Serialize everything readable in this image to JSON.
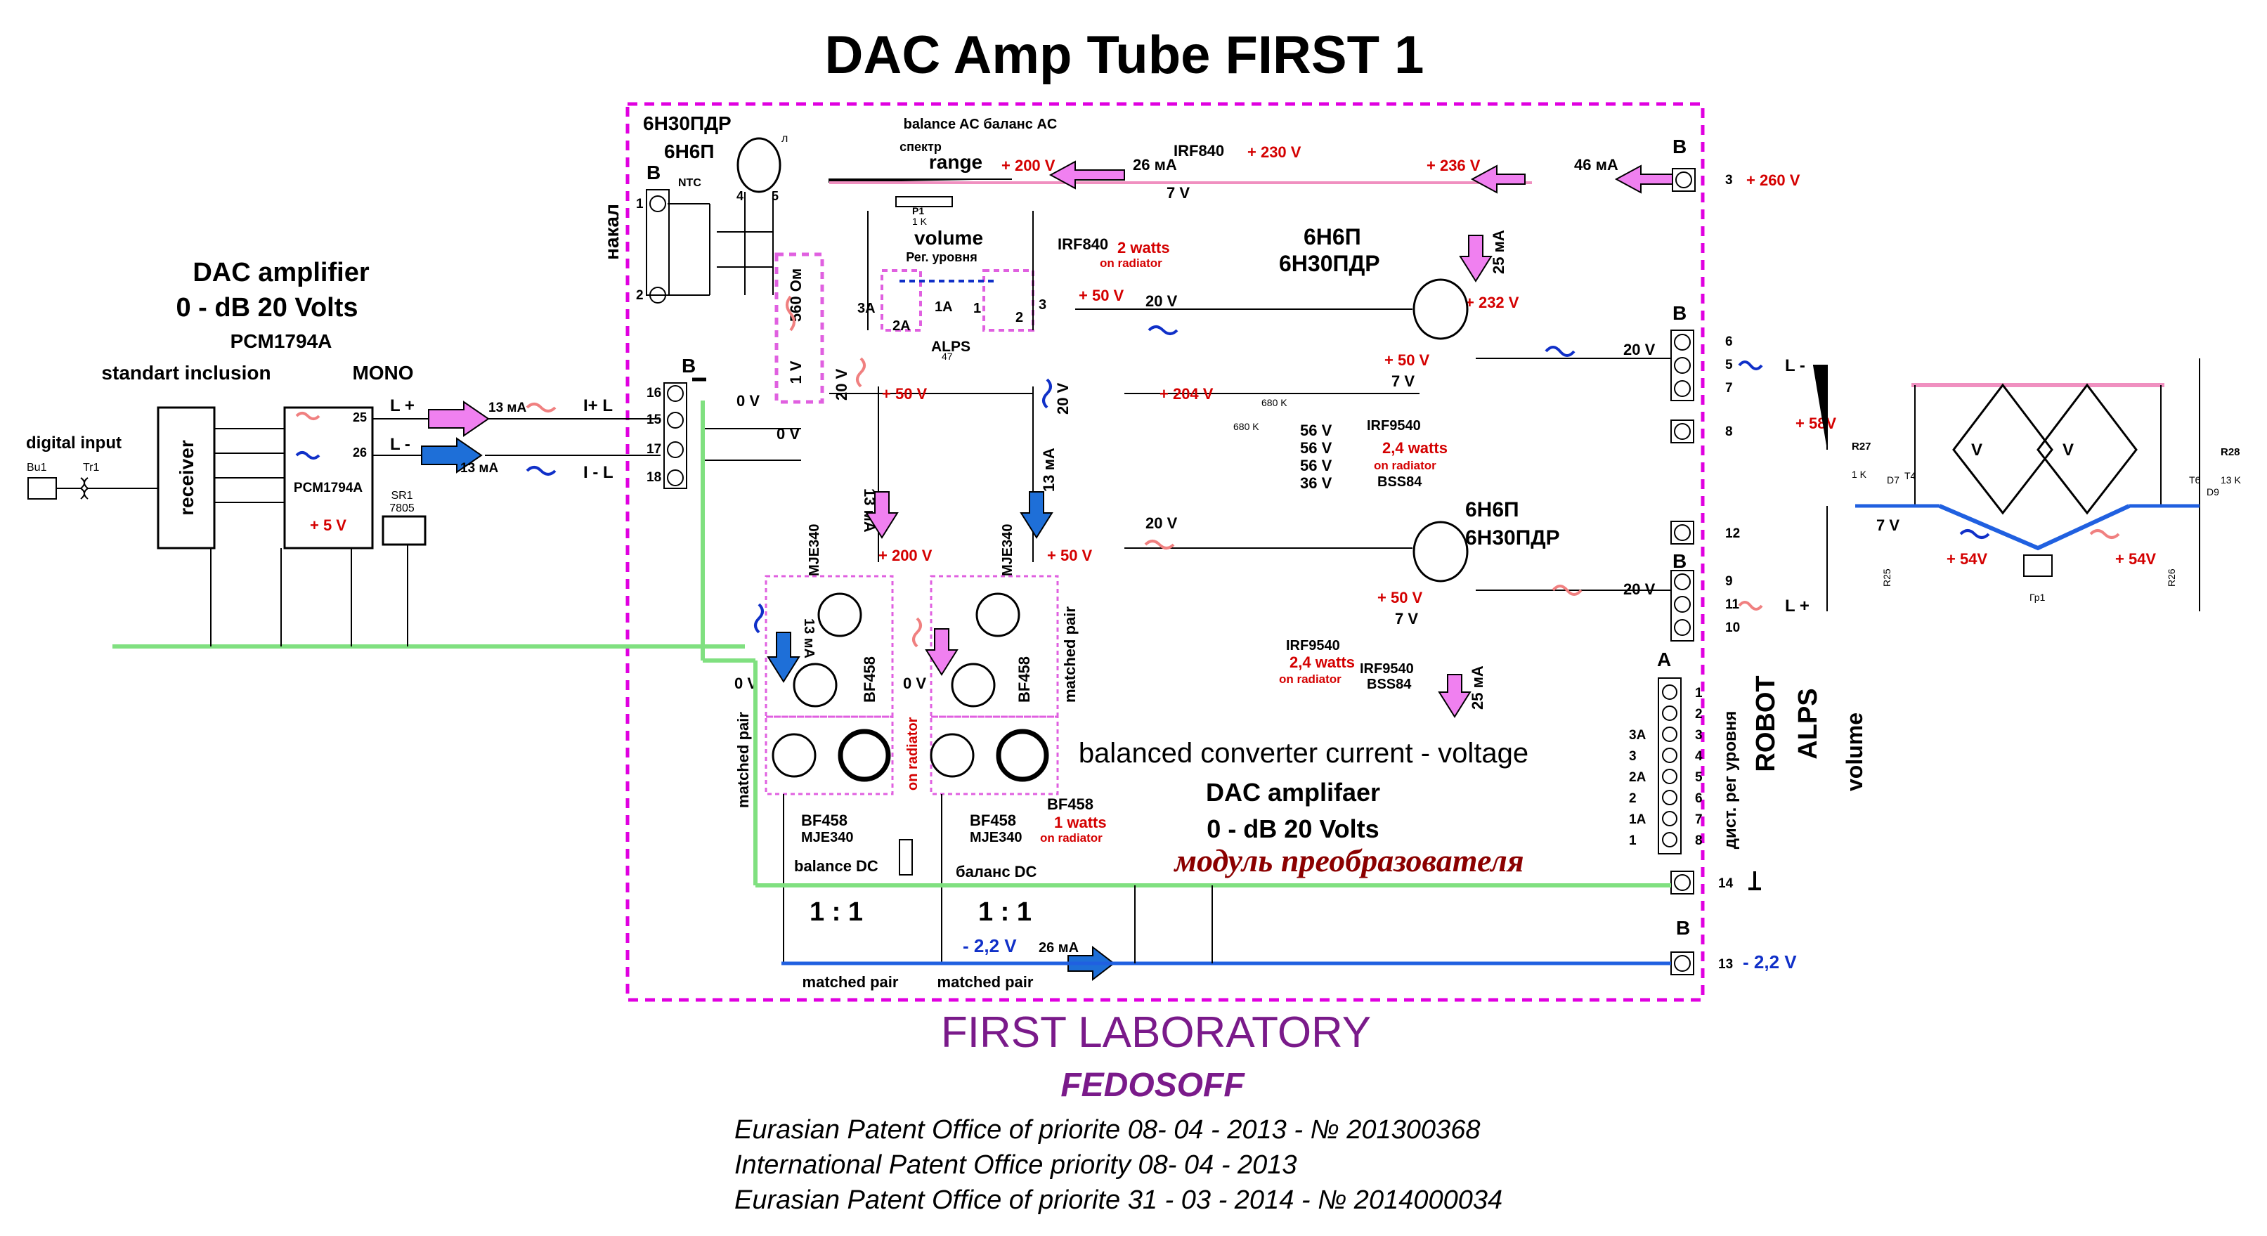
{
  "title": "DAC  Amp Tube FIRST 1",
  "colors": {
    "border_dash": "#e000e0",
    "green_rail": "#80e080",
    "blue_rail": "#2060e0",
    "pink_rail": "#f090c0",
    "arrow_pink": "#f080f0",
    "arrow_blue": "#1e6fd8",
    "red_text": "#d40000",
    "blue_text": "#1030c8",
    "brown_text": "#8b0000",
    "purple_text": "#7a1a8a"
  },
  "left_block": {
    "heading1": "DAC amplifier",
    "heading2": "0 - dB 20 Volts",
    "heading3": "PCM1794A",
    "heading4": "standart inclusion",
    "heading5": "MONO",
    "digital_input": "digital input",
    "bu1": "Bu1",
    "tr1": "Tr1",
    "receiver": "receiver",
    "chip": "PCM1794A",
    "plus5v": "+ 5 V",
    "sr1": "SR1",
    "reg7805": "7805",
    "pin25": "25",
    "pin26": "26",
    "l_plus": "L +",
    "l_minus": "L -",
    "ma13_top": "13 мА",
    "ma13_bot": "13 мА",
    "i_plus_l": "I+ L",
    "i_minus_l": "I - L"
  },
  "terminals": {
    "b_left": "B",
    "t16": "16",
    "t15": "15",
    "t17": "17",
    "t18": "18",
    "b_top_left": "B",
    "t1": "1",
    "t2": "2",
    "ntc": "NTC",
    "nakal": "накал",
    "b_top_right": "B",
    "t3": "3",
    "plus260": "+ 260 V",
    "b_right1": "B",
    "t6": "6",
    "t5": "5",
    "t7": "7",
    "t8": "8",
    "t12": "12",
    "b_right2": "B",
    "t9": "9",
    "t11": "11",
    "t10": "10",
    "a_label": "A",
    "a_pins": [
      "1",
      "2",
      "3",
      "4",
      "5",
      "6",
      "7",
      "8"
    ],
    "a_labels": [
      "",
      "",
      "3A",
      "3",
      "2A",
      "2",
      "1A",
      "1"
    ],
    "t14": "14",
    "b_bottom": "B",
    "t13": "13",
    "minus22_right": "- 2,2 V"
  },
  "tube_top": {
    "name1": "6Н30ПДР",
    "name2": "6Н6П",
    "l": "л",
    "pin4": "4",
    "pin5": "5"
  },
  "balance": {
    "heading": "balance AC баланс AC",
    "spektr": "спектр",
    "range": "range",
    "p1": "P1",
    "p1_val": "1 K",
    "volume": "volume",
    "reg": "Рег. уровня",
    "alps": "ALPS",
    "pin3a": "3A",
    "pin1a": "1A",
    "pin2a": "2A",
    "pin1": "1",
    "pin2": "2",
    "pin3": "3",
    "om560": "560 Ом",
    "v1": "1 V",
    "c47": "47"
  },
  "top_rail": {
    "plus200": "+ 200 V",
    "ma26": "26 мА",
    "irf840_top": "IRF840",
    "plus230": "+ 230 V",
    "plus236": "+ 236 V",
    "ma46": "46 мА",
    "v7": "7 V",
    "irf840_left": "IRF840",
    "watts2": "2 watts",
    "on_radiator": "on radiator",
    "tube_mid1": "6Н6П",
    "tube_mid2": "6Н30ПДР",
    "ma25": "25 мА",
    "plus232": "+ 232 V"
  },
  "upper_stage": {
    "v20_a": "20 V",
    "plus50_a": "+ 50 V",
    "plus204": "+ 204 V",
    "k680a": "680 K",
    "k680b": "680 K",
    "z56_1": "56 V",
    "z56_2": "56 V",
    "z56_3": "56 V",
    "z36": "36 V",
    "plus50_b": "+ 50 V",
    "v7b": "7 V",
    "irf9540": "IRF9540",
    "watts24": "2,4 watts",
    "on_radiator2": "on radiator",
    "bss84": "BSS84",
    "v20_out": "20 V",
    "l_minus_out": "L -",
    "plus58": "+ 58V"
  },
  "lower_stage": {
    "tube1": "6Н6П",
    "tube2": "6Н30ПДР",
    "v20_in": "20 V",
    "plus50": "+ 50 V",
    "v7": "7 V",
    "irf9540": "IRF9540",
    "watts": "2,4 watts",
    "on_radiator": "on radiator",
    "irf9540b": "IRF9540",
    "bss84": "BSS84",
    "ma25": "25 мА",
    "v20_out": "20 V",
    "l_plus_out": "L +"
  },
  "converter": {
    "v0_1": "0 V",
    "v0_2": "0 V",
    "v20_left": "20 V",
    "plus50_left": "+ 50 V",
    "v20_right": "20 V",
    "ma13_l": "13 мА",
    "ma13_r": "13 мА",
    "mje340_l": "MJE340",
    "mje340_r": "MJE340",
    "plus200": "+ 200 V",
    "plus50": "+ 50 V",
    "ma13_in": "13 мА",
    "bf458_l": "BF458",
    "bf458_r": "BF458",
    "v0_3": "0 V",
    "v0_4": "0 V",
    "matched_pair_l": "matched pair",
    "matched_pair_r": "matched pair",
    "on_radiator": "on radiator",
    "bf458_b1": "BF458",
    "mje340_b1": "MJE340",
    "bf458_b2": "BF458",
    "mje340_b2": "MJE340",
    "bf458_b3": "BF458",
    "watts1": "1 watts",
    "on_radiator_b": "on radiator",
    "balance_dc": "balance DC",
    "balans_dc": "баланс DC",
    "ratio1": "1 : 1",
    "ratio2": "1 : 1",
    "minus22": "- 2,2 V",
    "ma26": "26 мА",
    "matched_pair_b1": "matched pair",
    "matched_pair_b2": "matched pair"
  },
  "module_text": {
    "line1": "balanced converter current - voltage",
    "line2": "DAC amplifaer",
    "line3": "0 - dB 20 Volts",
    "russian": "модуль преобразователя",
    "robot": "ROBOT",
    "alps": "ALPS",
    "volume": "volume",
    "dist": "дист. рег уровня"
  },
  "right_block": {
    "r27": "R27",
    "r27_val": "1 K",
    "r28": "R28",
    "r28_val": "13 K",
    "t4": "T4",
    "t6": "T6",
    "d7": "D7",
    "d9": "D9",
    "v7": "7 V",
    "v": "V",
    "v2": "V",
    "plus54_l": "+ 54V",
    "plus54_r": "+ 54V",
    "r25": "R25",
    "r26": "R26",
    "gr1": "Гр1"
  },
  "footer": {
    "lab": "FIRST LABORATORY",
    "author": "FEDOSOFF",
    "p1": "Eurasian Patent Office of priorite 08- 04 - 2013 - № 201300368",
    "p2": "International Patent Office  priority 08- 04 - 2013",
    "p3": "Eurasian Patent Office of priorite 31 - 03 - 2014 - № 2014000034"
  }
}
